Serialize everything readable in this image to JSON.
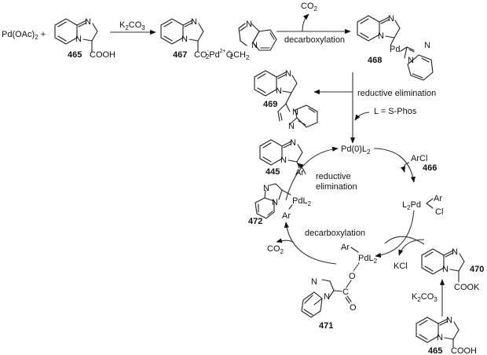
{
  "title": "Decarboxylative cross-coupling of imidazo[1,2-a]pyridine-3-carboxylic acid",
  "reagents": {
    "pd_source": "Pd(OAc)",
    "pd_source_sub": "2",
    "plus": "+",
    "base": "K",
    "base_sub1": "2",
    "base_mid": "CO",
    "base_sub2": "3",
    "co2": "CO",
    "co2_sub": "2",
    "arcl": "ArCl",
    "kcl": "KCl",
    "ligand_note": "L = S-Phos"
  },
  "steps": {
    "decarboxylation": "decarboxylation",
    "reductive_elimination": "reductive elimination",
    "reductive": "reductive",
    "elimination": "elimination"
  },
  "compounds": {
    "c465": "465",
    "c467": "467",
    "c468": "468",
    "c469": "469",
    "c445": "445",
    "c472": "472",
    "c466": "466",
    "c470": "470",
    "c471": "471"
  },
  "atoms": {
    "N": "N",
    "Pd": "Pd",
    "Ar": "Ar",
    "Cl": "Cl",
    "O": "O",
    "C": "C",
    "COOH": "COOH",
    "COOK": "COOK",
    "PdL": "PdL",
    "L2Pd": "L",
    "L2Pd_rest": "Pd",
    "pd0": "Pd(0)L",
    "sub2": "2",
    "CO2_467": "CO",
    "Pd2plus": "Pd",
    "charge2plus": "2+",
    "minus": "-",
    "O2CH2": "O",
    "CH2": "CH"
  }
}
